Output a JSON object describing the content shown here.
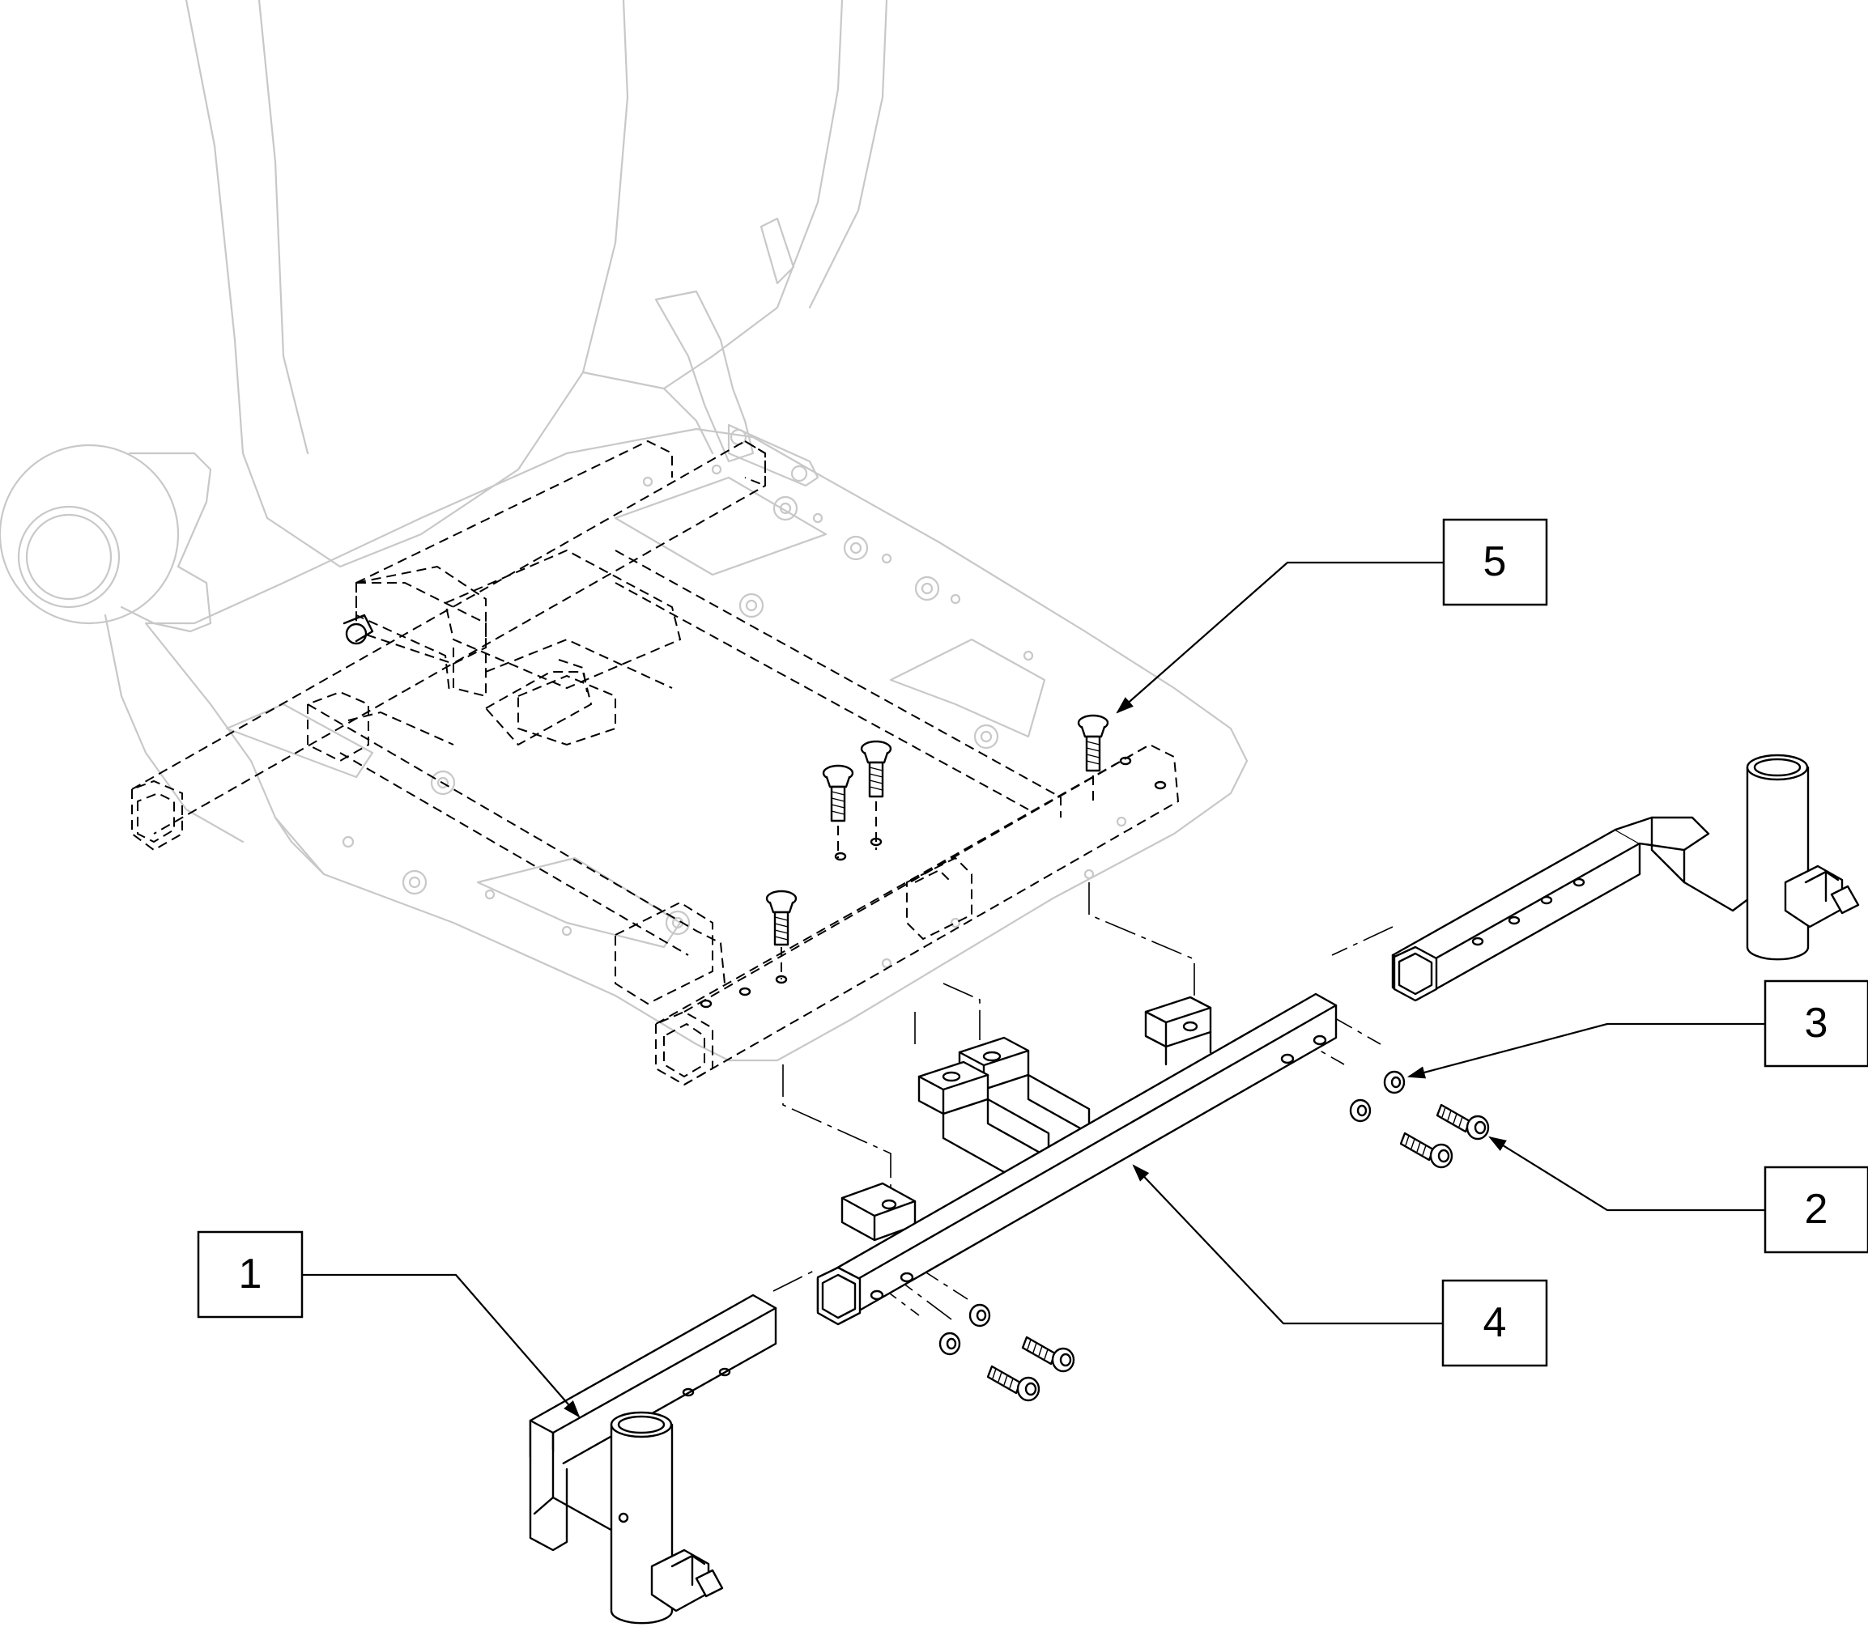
{
  "diagram": {
    "callouts": [
      {
        "id": "callout-1",
        "label": "1"
      },
      {
        "id": "callout-2",
        "label": "2"
      },
      {
        "id": "callout-3",
        "label": "3"
      },
      {
        "id": "callout-4",
        "label": "4"
      },
      {
        "id": "callout-5",
        "label": "5"
      }
    ],
    "colors": {
      "line": "#000000",
      "ghost_outline": "#c8c8c8",
      "background": "#ffffff"
    }
  }
}
